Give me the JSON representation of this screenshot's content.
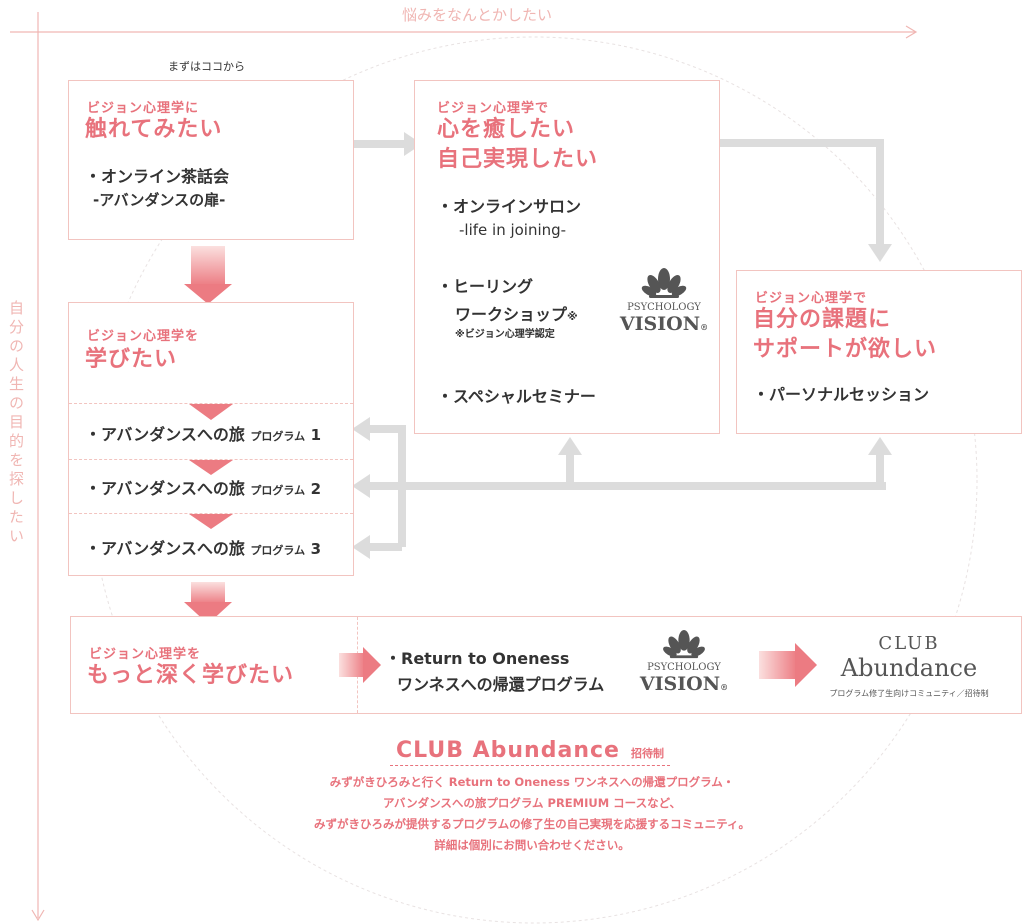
{
  "axes": {
    "top_label": "悩みをなんとかしたい",
    "left_label": "自分の人生の目的を探したい"
  },
  "start_note": "まずはココから",
  "touch": {
    "heading": "ビジョン心理学に",
    "title": "触れてみたい",
    "item1": "・オンライン茶話会",
    "item1_sub": "-アバンダンスの扉-"
  },
  "heal": {
    "heading": "ビジョン心理学で",
    "title_line1": "心を癒したい",
    "title_line2": "自己実現したい",
    "item1": "・オンラインサロン",
    "item1_sub": "-life in joining-",
    "item2_line1": "・ヒーリング",
    "item2_line2": "ワークショップ",
    "item2_mark": "※",
    "item2_note": "※ビジョン心理学認定",
    "item3": "・スペシャルセミナー"
  },
  "learn": {
    "heading": "ビジョン心理学を",
    "title": "学びたい",
    "rows": [
      {
        "label": "・アバンダンスへの旅",
        "prog": "プログラム",
        "num": "1"
      },
      {
        "label": "・アバンダンスへの旅",
        "prog": "プログラム",
        "num": "2"
      },
      {
        "label": "・アバンダンスへの旅",
        "prog": "プログラム",
        "num": "3"
      }
    ]
  },
  "support": {
    "heading": "ビジョン心理学で",
    "title_line1": "自分の課題に",
    "title_line2": "サポートが欲しい",
    "item1": "・パーソナルセッション"
  },
  "deep": {
    "heading": "ビジョン心理学を",
    "title": "もっと深く学びたい",
    "item1": "・Return to Oneness",
    "item1_sub": "ワンネスへの帰還プログラム"
  },
  "logo": {
    "line1": "PSYCHOLOGY",
    "line2": "VISION",
    "mark": "®"
  },
  "club_logo": {
    "line1": "CLUB",
    "line2": "Abundance",
    "caption": "プログラム修了生向けコミュニティ／招待制"
  },
  "club_section": {
    "title": "CLUB Abundance",
    "badge": "招待制",
    "desc1": "みずがきひろみと行く Return to Oneness ワンネスへの帰還プログラム・",
    "desc2": "アバンダンスへの旅プログラム PREMIUM コースなど、",
    "desc3": "みずがきひろみが提供するプログラムの修了生の自己実現を応援するコミュニティ。",
    "desc4": "詳細は個別にお問い合わせください。"
  },
  "colors": {
    "accent": "#e8727c",
    "border": "#f2c4c0",
    "arrow_gray": "#dcdcdc",
    "axis": "#f0b6b3"
  }
}
